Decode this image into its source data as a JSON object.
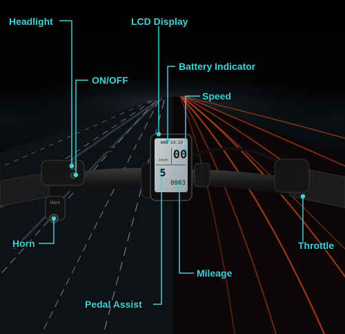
{
  "callouts": {
    "headlight": "Headlight",
    "on_off": "ON/OFF",
    "horn": "Horn",
    "lcd_display": "LCD Display",
    "battery_indicator": "Battery Indicator",
    "speed": "Speed",
    "mileage": "Mileage",
    "pedal_assist": "Pedal Assist",
    "throttle": "Throttle"
  },
  "display": {
    "speed_digits": "00",
    "speed_unit": "km/h",
    "mileage_digits": "0003",
    "status_text": "WAN 24.2V",
    "assist_level": "5"
  },
  "horn_switch_label": "Horn",
  "colors": {
    "accent": "#3fd3dc",
    "night_sky": "#000000",
    "road": "#1a1a1c",
    "lane_markings": "#8a9aaa",
    "tail_light_trails": "#b23a1e",
    "display_screen": "#b9c2c6"
  }
}
